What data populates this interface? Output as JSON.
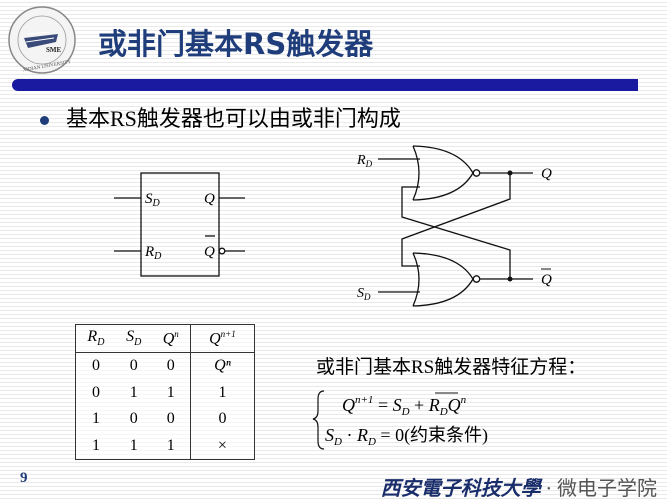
{
  "header": {
    "title": "或非门基本RS触发器",
    "logo": {
      "icon": "university-emblem-icon",
      "caption": "SME",
      "ring_text": "XIDIAN UNIVERSITY"
    },
    "bar_color": "#1a1aa0",
    "title_color": "#1f3d7a"
  },
  "bullet": {
    "text": "基本RS触发器也可以由或非门构成"
  },
  "block_symbol": {
    "inputs": [
      {
        "label": "S",
        "sub": "D"
      },
      {
        "label": "R",
        "sub": "D"
      }
    ],
    "outputs": [
      {
        "label": "Q"
      },
      {
        "label": "Q",
        "overline": true,
        "bubble": true
      }
    ]
  },
  "gate_diagram": {
    "gates": [
      "NOR",
      "NOR"
    ],
    "input_top": {
      "label": "R",
      "sub": "D"
    },
    "input_bottom": {
      "label": "S",
      "sub": "D"
    },
    "output_top": "Q",
    "output_bottom": "Q̄"
  },
  "truth_table": {
    "headers": [
      {
        "base": "R",
        "sub": "D"
      },
      {
        "base": "S",
        "sub": "D"
      },
      {
        "base": "Q",
        "sup": "n"
      },
      {
        "base": "Q",
        "sup": "n+1"
      }
    ],
    "rows": [
      [
        "0",
        "0",
        "0",
        "Qⁿ"
      ],
      [
        "0",
        "1",
        "1",
        "1"
      ],
      [
        "1",
        "0",
        "0",
        "0"
      ],
      [
        "1",
        "1",
        "1",
        "×"
      ]
    ]
  },
  "equation": {
    "label": "或非门基本RS触发器特征方程：",
    "line1": "Qⁿ⁺¹ = S_D + R̄_D Qⁿ",
    "line2": "S_D · R_D = 0(约束条件)",
    "constraint": "0(约束条件)"
  },
  "footer": {
    "page_number": "9",
    "university": "西安電子科技大學",
    "separator": "·",
    "department": "微电子学院"
  }
}
